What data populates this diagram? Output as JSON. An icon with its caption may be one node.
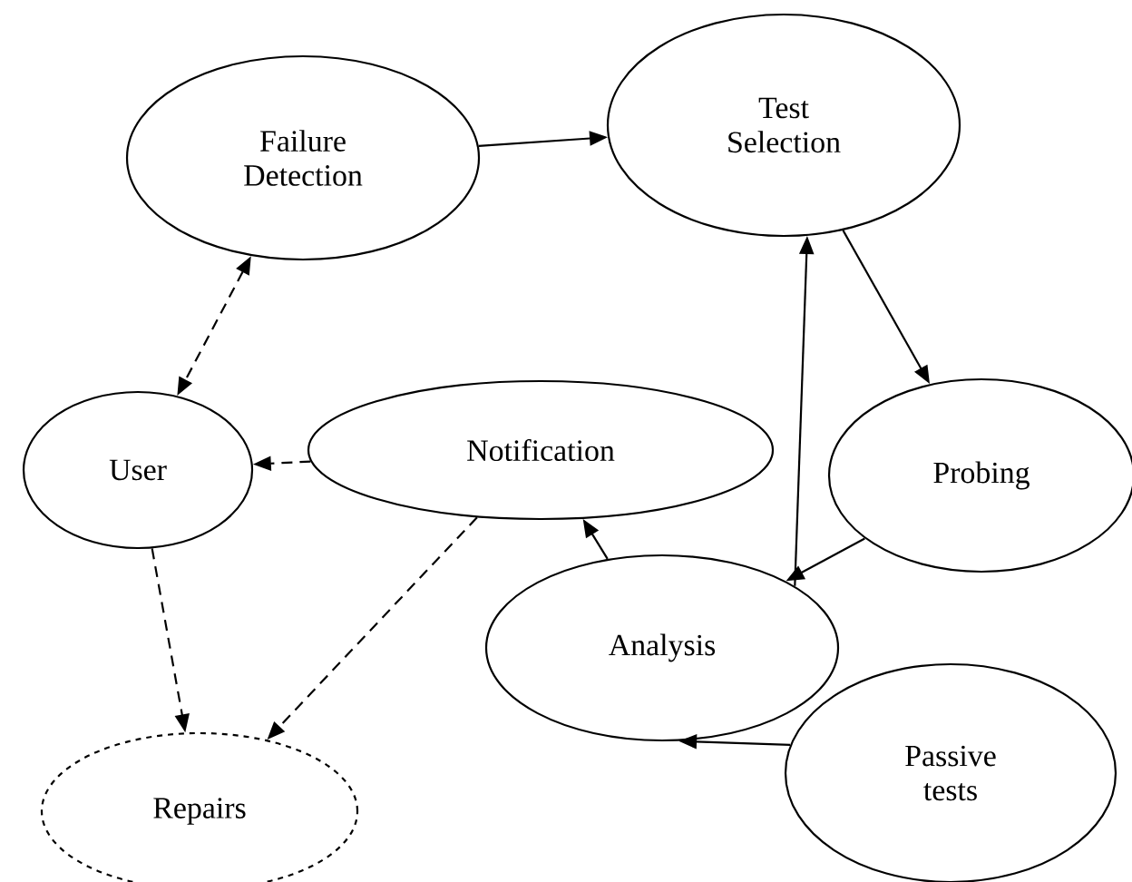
{
  "diagram": {
    "nodes": [
      {
        "text": [
          "Failure Detection"
        ]
      },
      {
        "text": [
          "Test Selection"
        ]
      },
      {
        "text": [
          "Probing"
        ]
      },
      {
        "text": [
          "User"
        ]
      },
      {
        "text": [
          "Notification"
        ]
      },
      {
        "text": [
          "Analysis"
        ]
      },
      {
        "text": [
          "Passive tests"
        ]
      },
      {
        "text": [
          "Repairs"
        ]
      }
    ],
    "edges": [
      {
        "from": 0,
        "to": 1,
        "arrow": "to"
      },
      {
        "from": 0,
        "to": 3,
        "arrow": "both",
        "style": "dashed"
      },
      {
        "from": 1,
        "to": 2,
        "arrow": "to"
      },
      {
        "from": 5,
        "to": 1,
        "arrow": "to"
      },
      {
        "from": 2,
        "to": 5,
        "arrow": "to"
      },
      {
        "from": 5,
        "to": 4,
        "arrow": "to"
      },
      {
        "from": 4,
        "to": 3,
        "arrow": "to",
        "style": "dashed"
      },
      {
        "from": 3,
        "to": 7,
        "arrow": "to",
        "style": "dashed"
      },
      {
        "from": 4,
        "to": 7,
        "arrow": "to",
        "style": "dashed"
      },
      {
        "from": 6,
        "to": 5,
        "arrow": "to"
      }
    ]
  }
}
